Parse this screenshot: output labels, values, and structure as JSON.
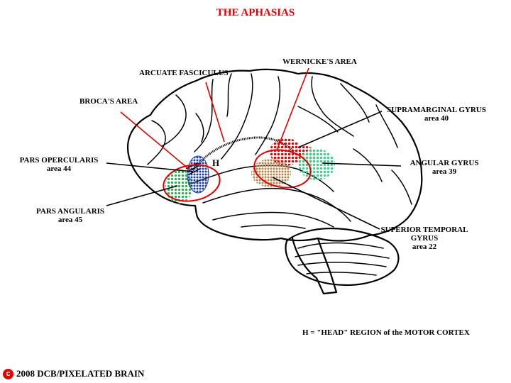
{
  "title": "THE APHASIAS",
  "labels": {
    "arcuate": "ARCUATE FASCICULUS",
    "wernicke": "WERNICKE'S AREA",
    "broca": "BROCA'S AREA",
    "supramarginal": {
      "name": "SUPRAMARGINAL GYRUS",
      "area": "area 40"
    },
    "opercularis": {
      "name": "PARS OPERCULARIS",
      "area": "area 44"
    },
    "angular": {
      "name": "ANGULAR GYRUS",
      "area": "area 39"
    },
    "angularis": {
      "name": "PARS ANGULARIS",
      "area": "area 45"
    },
    "superior_temporal": {
      "name1": "SUPERIOR TEMPORAL",
      "name2": "GYRUS",
      "area": "area 22"
    },
    "h_mark": "H"
  },
  "legend": "H = \"HEAD\" REGION of the MOTOR CORTEX",
  "copyright": {
    "symbol": "c",
    "text": "2008  DCB/PIXELATED BRAIN"
  },
  "colors": {
    "title": "#e00000",
    "callout_red": "#e00000",
    "callout_black": "#000000",
    "area_green": "#22b14c",
    "area_blue": "#1f3fa8",
    "area_red": "#e00000",
    "area_brown": "#b8864b",
    "area_mint": "#3ccf8e"
  }
}
